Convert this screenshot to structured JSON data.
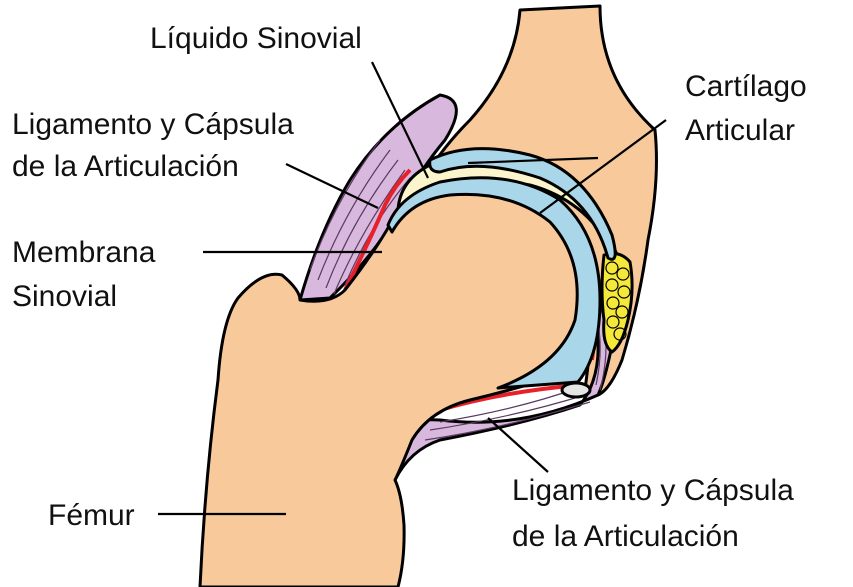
{
  "labels": {
    "synovial_fluid": "Líquido Sinovial",
    "articular_cartilage_line1": "Cartílago",
    "articular_cartilage_line2": "Articular",
    "ligament_upper_line1": "Ligamento y Cápsula",
    "ligament_upper_line2": "de la Articulación",
    "synovial_membrane_line1": "Membrana",
    "synovial_membrane_line2": "Sinovial",
    "femur": "Fémur",
    "ligament_lower_line1": "Ligamento y Cápsula",
    "ligament_lower_line2": "de la Articulación"
  },
  "colors": {
    "bone": "#F8C99A",
    "cartilage": "#A9D6E8",
    "synovial_fluid": "#FCF4CC",
    "synovial_membrane": "#E8202A",
    "capsule": "#D8B8DC",
    "fat_pad": "#F4E83A",
    "outline": "#000000"
  }
}
